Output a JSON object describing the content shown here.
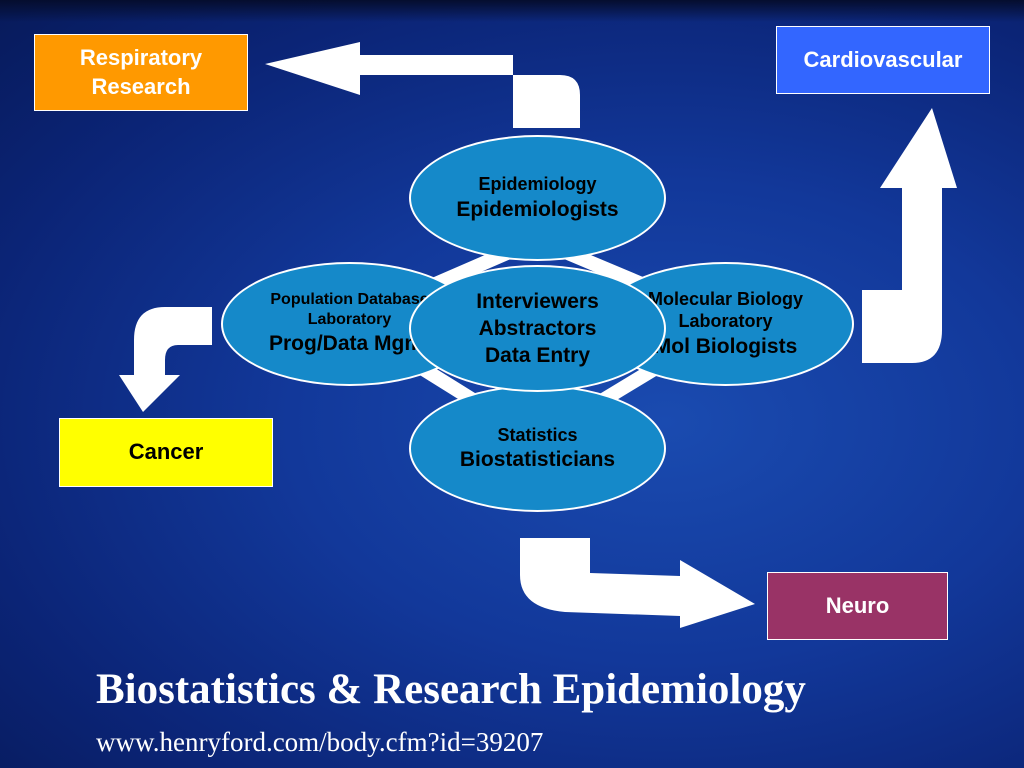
{
  "boxes": {
    "respiratory": {
      "line1": "Respiratory",
      "line2": "Research",
      "color": "#ff9900"
    },
    "cardiovascular": {
      "label": "Cardiovascular",
      "color": "#3366ff"
    },
    "cancer": {
      "label": "Cancer",
      "color": "#ffff00"
    },
    "neuro": {
      "label": "Neuro",
      "color": "#993366"
    }
  },
  "ellipses": {
    "epidemiology": {
      "line1": "Epidemiology",
      "line2": "Epidemiologists"
    },
    "population": {
      "line1": "Population Database",
      "line2": "Laboratory",
      "line3": "Prog/Data Mgmt"
    },
    "molecular": {
      "line1": "Molecular Biology",
      "line2": "Laboratory",
      "line3": "Mol Biologists"
    },
    "statistics": {
      "line1": "Statistics",
      "line2": "Biostatisticians"
    },
    "center": {
      "line1": "Interviewers",
      "line2": "Abstractors",
      "line3": "Data Entry"
    }
  },
  "ellipse_fill": "#1589c9",
  "footer": {
    "title": "Biostatistics & Research Epidemiology",
    "url": "www.henryford.com/body.cfm?id=39207"
  }
}
